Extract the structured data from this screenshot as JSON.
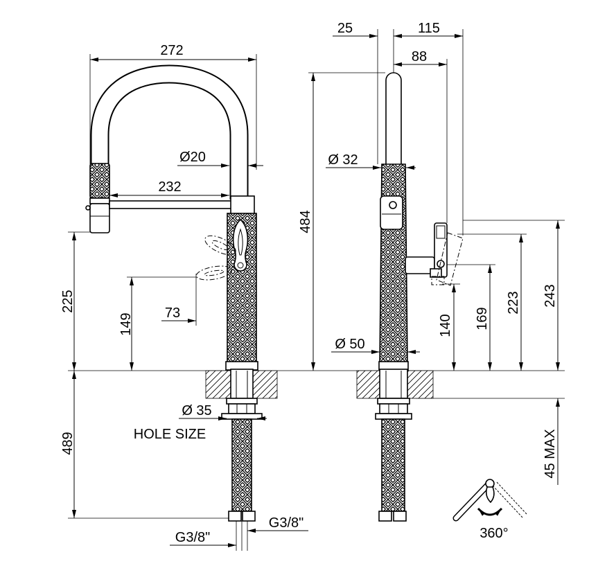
{
  "front_view": {
    "dim_overall_width": "272",
    "dim_spout_tube": "Ø20",
    "dim_spout_reach": "232",
    "dim_outlet_height": "225",
    "dim_handle_height": "149",
    "dim_handle_offset": "73",
    "dim_below_counter": "489",
    "dim_hole": "Ø 35",
    "hole_label": "HOLE SIZE",
    "connection_left": "G3/8\"",
    "connection_right": "G3/8\""
  },
  "side_view": {
    "dim_back_offset": "25",
    "dim_handle_reach": "115",
    "dim_handle_reach_inner": "88",
    "dim_total_height": "484",
    "dim_spout_diameter": "Ø 32",
    "dim_body_diameter": "Ø 50",
    "dim_lever_140": "140",
    "dim_lever_169": "169",
    "dim_lever_223": "223",
    "dim_lever_243": "243",
    "dim_counter_max": "45 MAX"
  },
  "rotation_icon": {
    "label": "360°"
  }
}
